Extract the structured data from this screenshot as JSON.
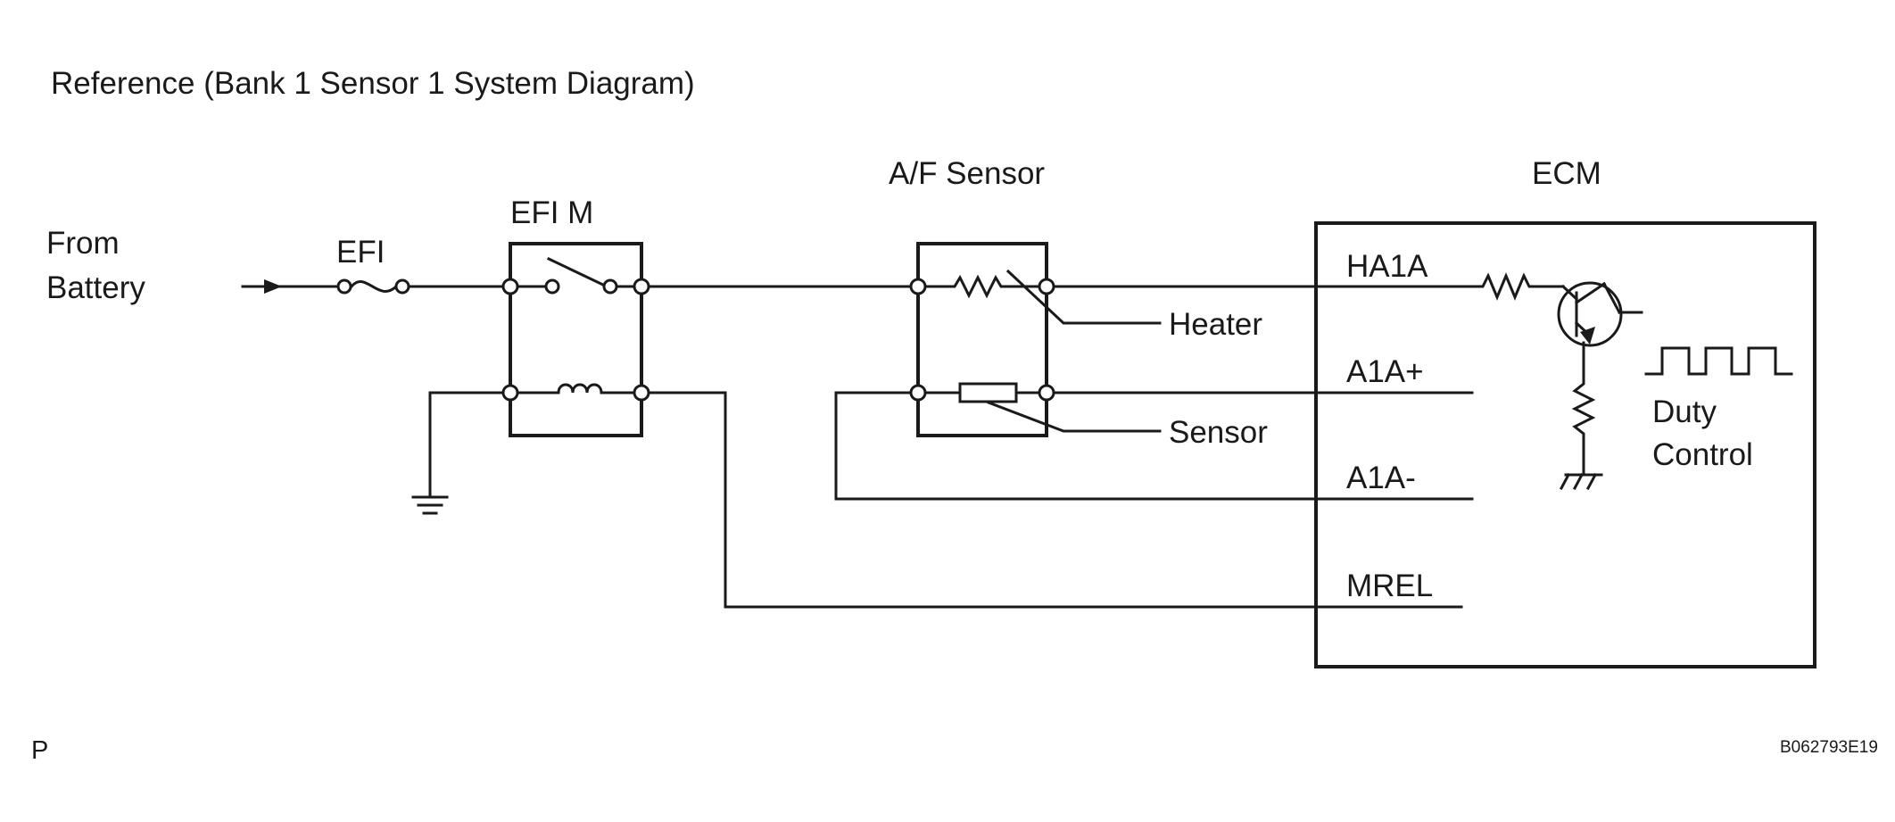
{
  "title": "Reference (Bank 1 Sensor 1 System Diagram)",
  "source": {
    "line1": "From",
    "line2": "Battery"
  },
  "fuse": {
    "label": "EFI"
  },
  "relay": {
    "label": "EFI M"
  },
  "af_sensor": {
    "label": "A/F Sensor",
    "heater_label": "Heater",
    "sensor_label": "Sensor"
  },
  "ecm": {
    "label": "ECM",
    "pins": [
      "HA1A",
      "A1A+",
      "A1A-",
      "MREL"
    ],
    "duty_line1": "Duty",
    "duty_line2": "Control"
  },
  "footer": {
    "left": "P",
    "right": "B062793E19"
  }
}
